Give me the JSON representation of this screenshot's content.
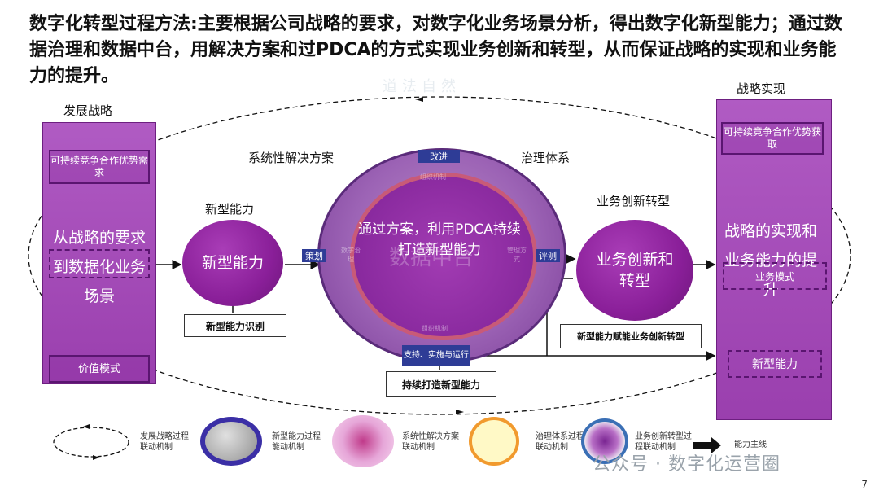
{
  "header": {
    "title": "数字化转型过程方法:主要根据公司战略的要求，对数字化业务场景分析，得出数字化新型能力；通过数据治理和数据中台，用解决方案和过PDCA的方式实现业务创新和转型，从而保证战略的实现和业务能力的提升。",
    "watermark": "道法自然"
  },
  "left_panel": {
    "label": "发展战略",
    "top_box": "可持续竞争合作优势需求",
    "main_text": "从战略的要求到数据化业务场景",
    "bottom_box": "价值模式"
  },
  "right_panel": {
    "label": "战略实现",
    "top_box": "可持续竞争合作优势获取",
    "main_text": "战略的实现和业务能力的提升",
    "mid_box": "业务模式",
    "bottom_box": "新型能力"
  },
  "labels": {
    "solution": "系统性解决方案",
    "governance": "治理体系",
    "new_capability": "新型能力",
    "business_innovation": "业务创新转型"
  },
  "nodes": {
    "capability_circle": "新型能力",
    "center_text": "通过方案，利用PDCA持续打造新型能力",
    "center_faint": "数据中台",
    "innovation_circle": "业务创新和转型"
  },
  "boxes": {
    "capability_identify": "新型能力识别",
    "continuous_build": "持续打造新型能力",
    "empower": "新型能力赋能业务创新转型"
  },
  "tags": {
    "improve": "改进",
    "plan": "策划",
    "evaluate": "评测",
    "support": "支持、实施与运行",
    "org": "组织机制",
    "tech": "数字治理",
    "mgmt": "管理方式",
    "mech": "组织机制"
  },
  "legend": {
    "item1": "发展战略过程联动机制",
    "item2": "新型能力过程能动机制",
    "item3": "系统性解决方案联动机制",
    "item4": "治理体系过程联动机制",
    "item5": "业务创新转型过程联动机制",
    "item6": "能力主线"
  },
  "footer": {
    "watermark": "公众号 · 数字化运营圈",
    "page": "7"
  },
  "colors": {
    "purple": "#9a3fae",
    "dark_purple": "#5a1570",
    "navy": "#2e3c96"
  }
}
